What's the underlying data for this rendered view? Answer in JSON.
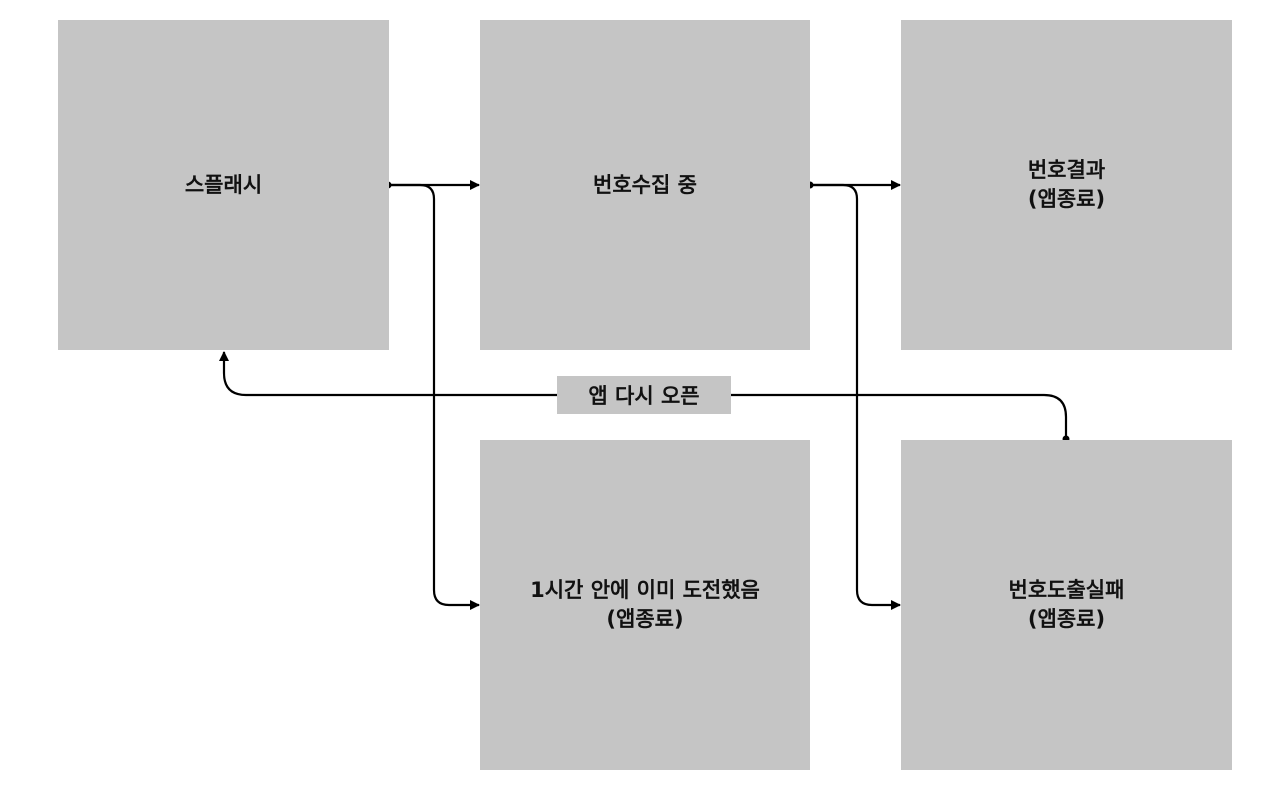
{
  "nodes": {
    "splash": "스플래시",
    "collecting": "번호수집 중",
    "result": "번호결과\n(앱종료)",
    "already_tried": "1시간 안에 이미 도전했음\n(앱종료)",
    "failed": "번호도출실패\n(앱종료)"
  },
  "edges": {
    "reopen_label": "앱 다시 오픈"
  },
  "colors": {
    "node_fill": "#c5c5c5",
    "line": "#000000",
    "text": "#111111"
  }
}
